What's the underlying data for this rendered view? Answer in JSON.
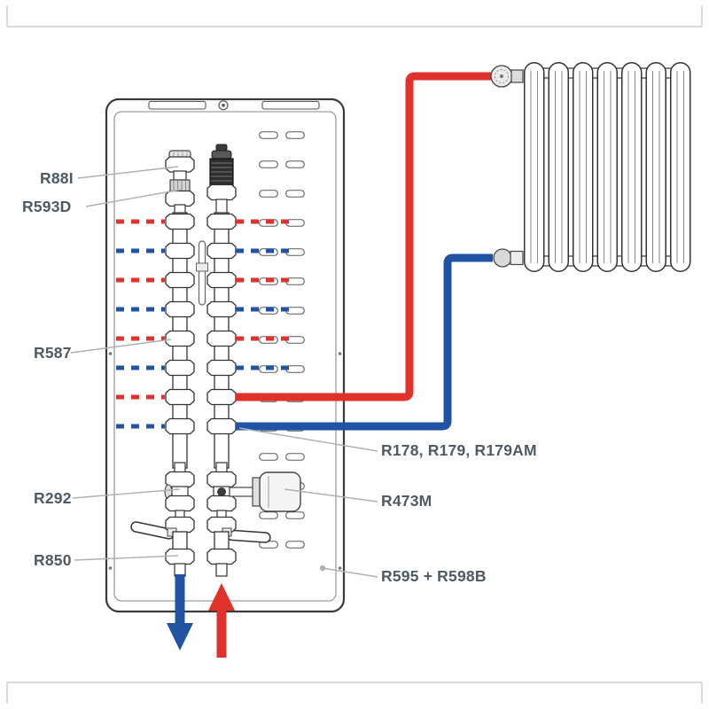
{
  "diagram": {
    "callout_labels": {
      "r88i": "R88I",
      "r593d": "R593D",
      "r587": "R587",
      "r292": "R292",
      "r850": "R850",
      "r178_group": "R178, R179, R179AM",
      "r473m": "R473M",
      "r595_group": "R595 + R598B"
    },
    "colors": {
      "supply_red": "#e0312b",
      "return_blue": "#2053a4",
      "label_text": "#4e5a65",
      "leader_line": "#a9b2b8",
      "outline": "#333333",
      "page_frame": "#dadada"
    }
  }
}
